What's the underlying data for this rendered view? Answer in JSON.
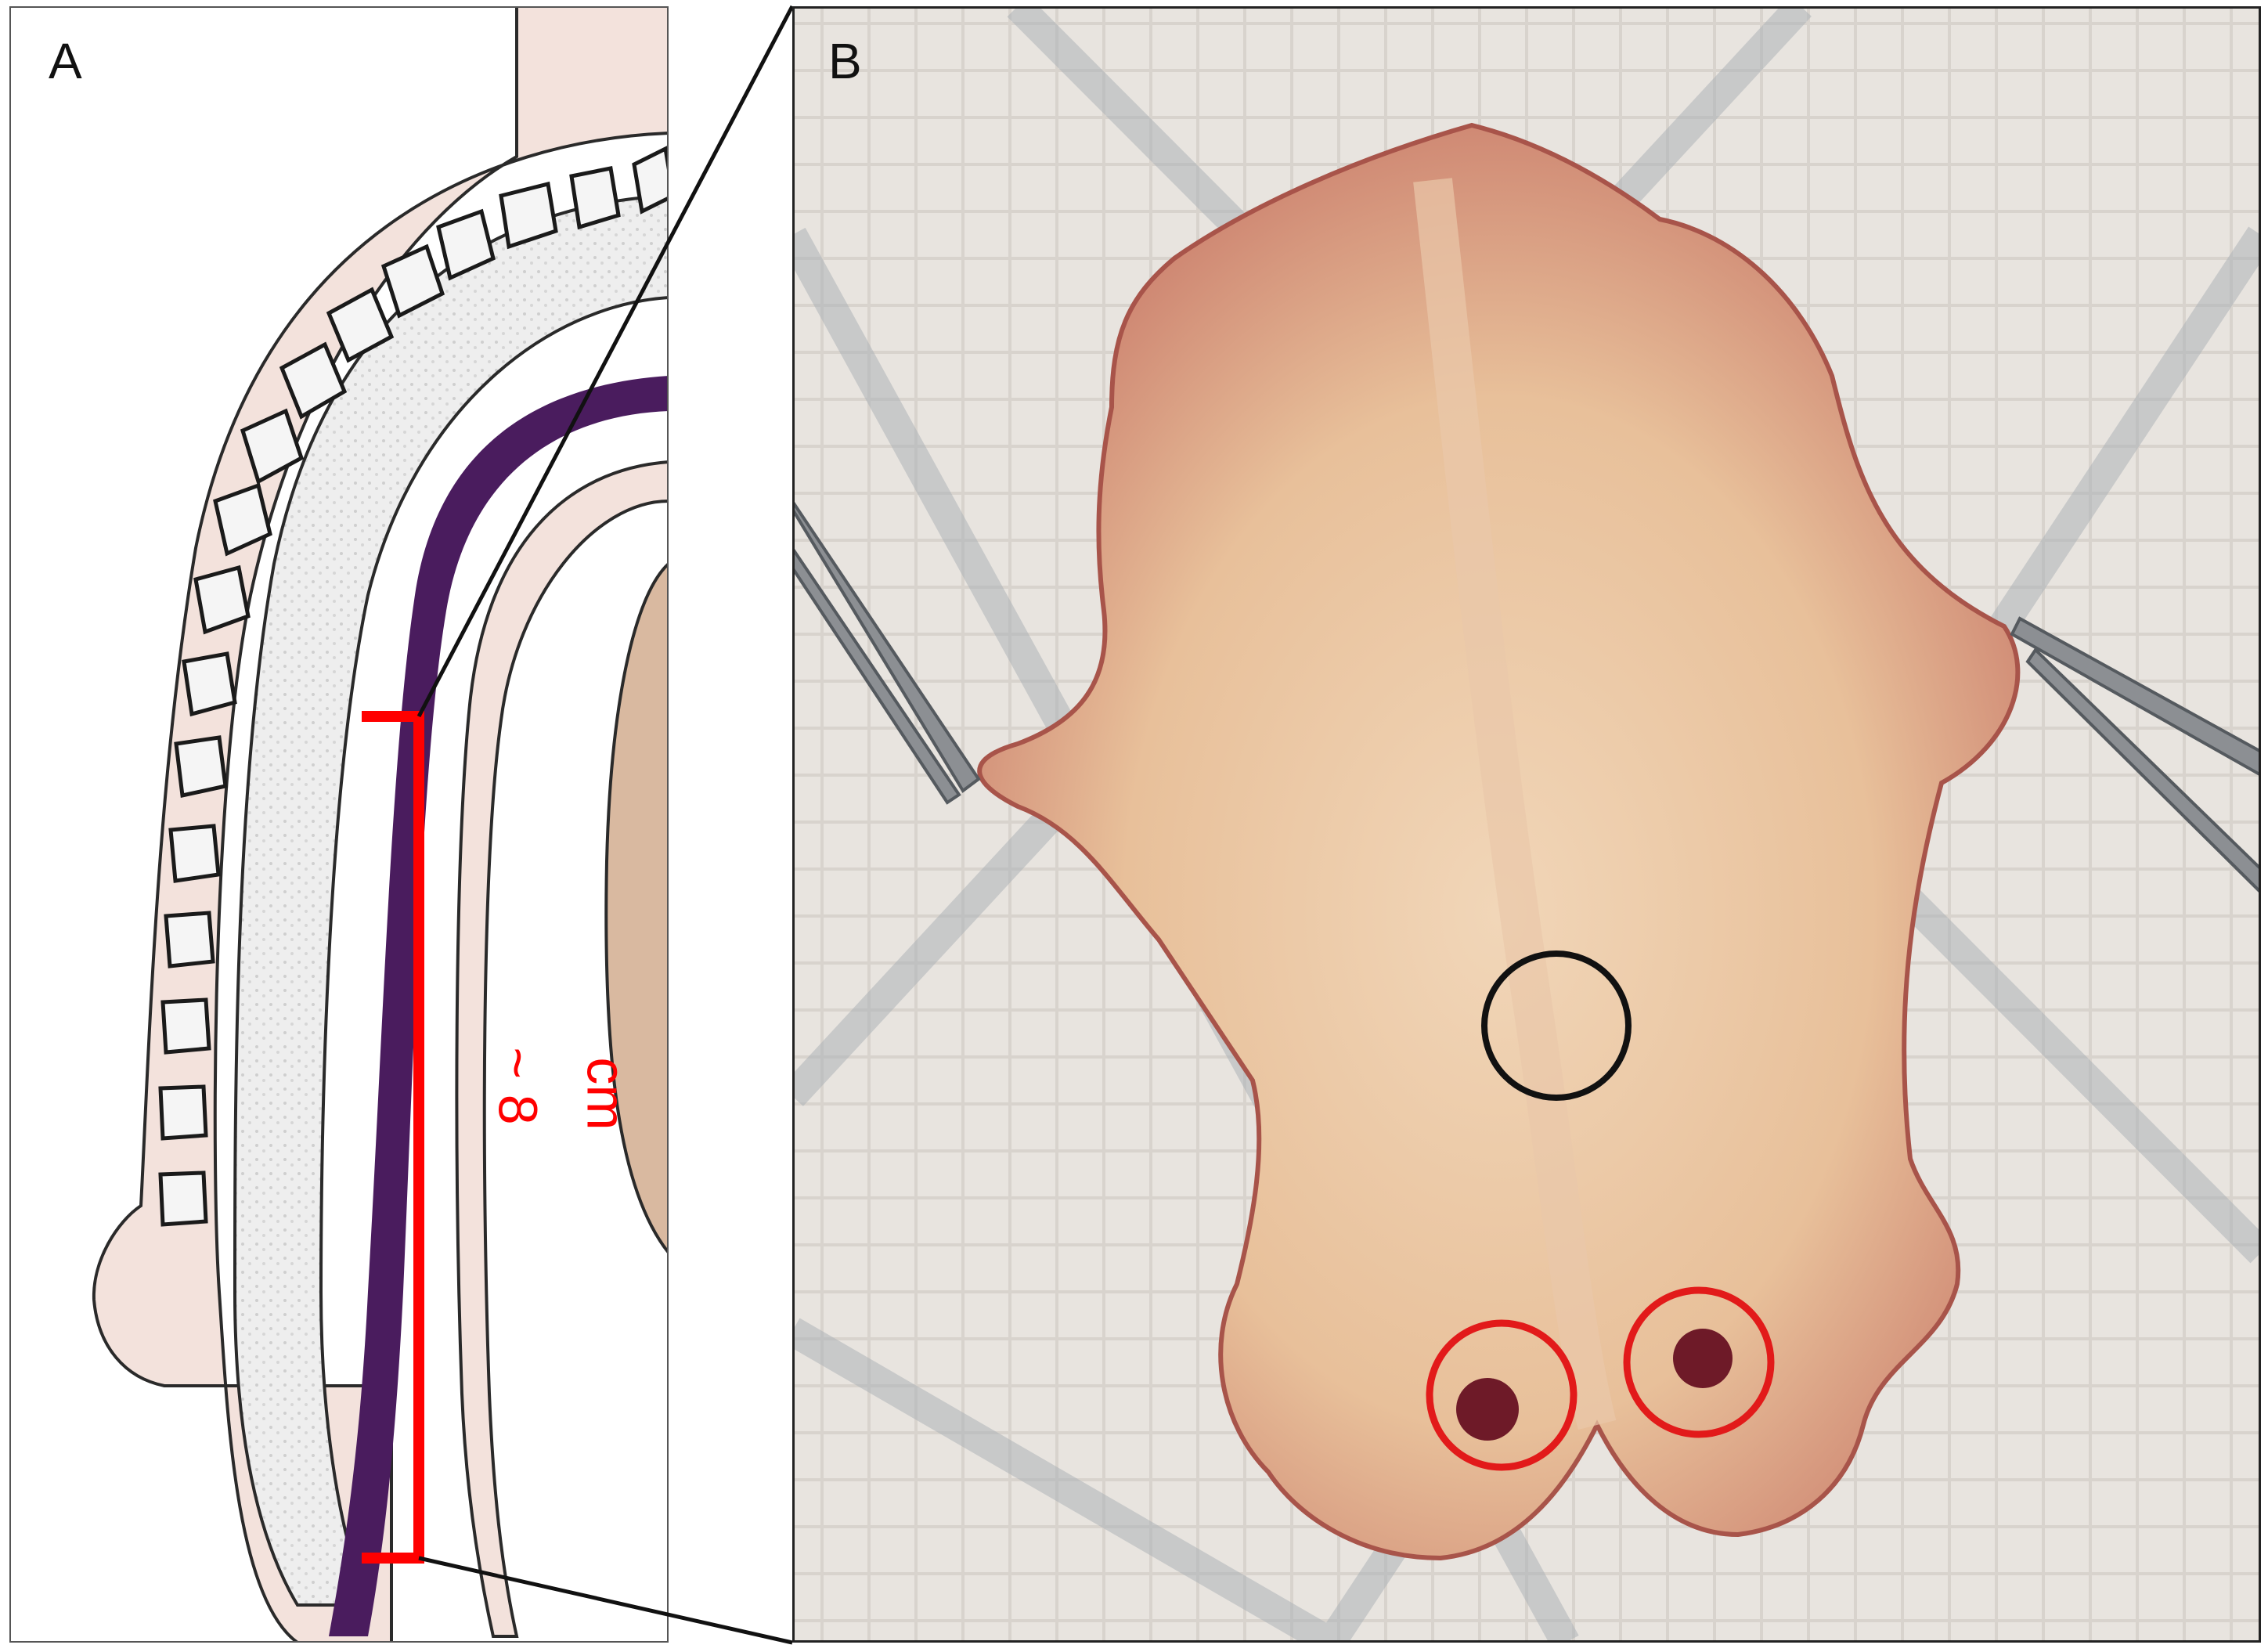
{
  "figure": {
    "panels": [
      {
        "label": "A",
        "annotation_value": "~ 8",
        "annotation_unit": "cm"
      },
      {
        "label": "B"
      }
    ],
    "colors": {
      "mucosa_purple": "#4a1c5e",
      "measure_red": "#ff0000",
      "black_marker": "#111111",
      "red_marker": "#e21a1a",
      "tissue": "#e6c09a",
      "skin_pink": "#f3e2dc"
    },
    "markers": [
      {
        "name": "black-circle",
        "color": "black"
      },
      {
        "name": "red-circle-left",
        "color": "red"
      },
      {
        "name": "red-circle-right",
        "color": "red"
      }
    ]
  }
}
